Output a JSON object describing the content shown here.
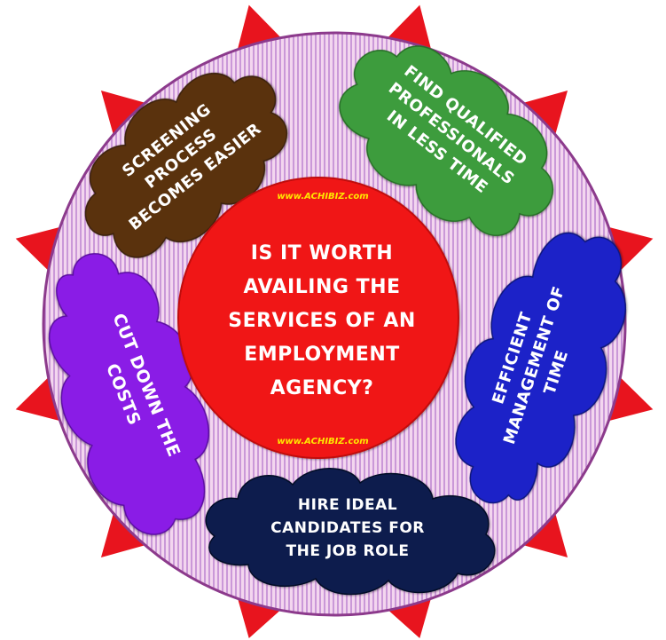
{
  "center": {
    "lines": [
      "IS IT WORTH",
      "AVAILING THE",
      "SERVICES OF AN",
      "EMPLOYMENT",
      "AGENCY?"
    ],
    "brand_top": "www.ACHIBIZ.com",
    "brand_bottom": "www.ACHIBIZ.com"
  },
  "clouds": [
    {
      "id": "screening",
      "color": "#5a3210",
      "lines": [
        "SCREENING",
        "PROCESS",
        "BECOMES EASIER"
      ]
    },
    {
      "id": "professionals",
      "color": "#3c9c3c",
      "lines": [
        "FIND QUALIFIED",
        "PROFESSIONALS",
        "IN LESS TIME"
      ]
    },
    {
      "id": "efficient",
      "color": "#1a22c8",
      "lines": [
        "EFFICIENT",
        "MANAGEMENT OF",
        "TIME"
      ]
    },
    {
      "id": "hire",
      "color": "#0f1c4e",
      "lines": [
        "HIRE IDEAL",
        "CANDIDATES FOR",
        "THE JOB ROLE"
      ]
    },
    {
      "id": "costs",
      "color": "#8a1ee6",
      "lines": [
        "CUT DOWN THE",
        "COSTS"
      ]
    }
  ],
  "colors": {
    "spikes": "#e8141e",
    "ring_fill": "#f3d6ef",
    "ring_stripe": "#b06ec8",
    "center_fill": "#f01818"
  }
}
